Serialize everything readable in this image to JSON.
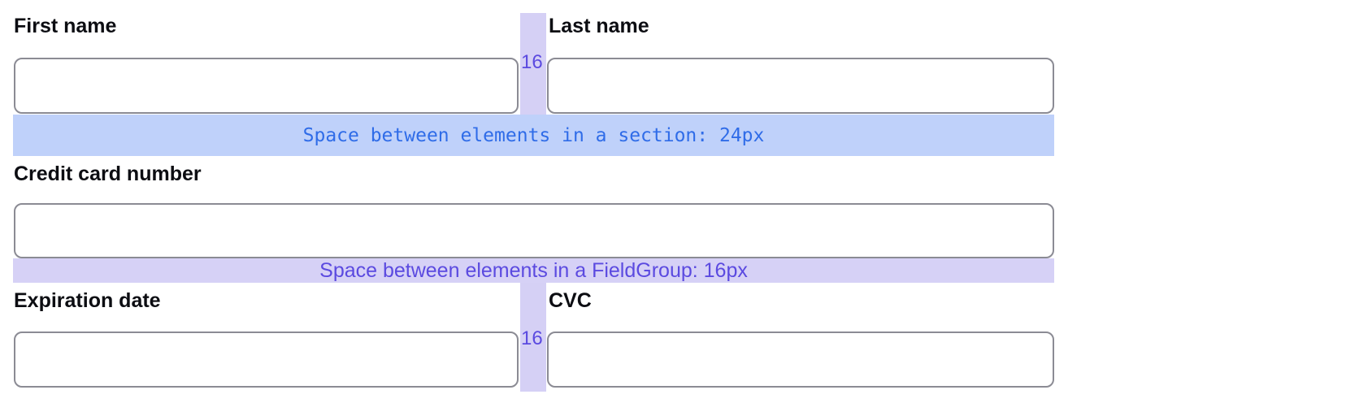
{
  "form": {
    "fields": {
      "first_name": {
        "label": "First name",
        "value": ""
      },
      "last_name": {
        "label": "Last name",
        "value": ""
      },
      "credit_card_number": {
        "label": "Credit card number",
        "value": ""
      },
      "expiration_date": {
        "label": "Expiration date",
        "value": ""
      },
      "cvc": {
        "label": "CVC",
        "value": ""
      }
    }
  },
  "annotations": {
    "section_spacer": {
      "label": "Space between elements in a section: 24px"
    },
    "fieldgroup_spacer": {
      "label": "Space between elements in a FieldGroup: 16px"
    },
    "column_gap_row1": {
      "value": "16"
    },
    "column_gap_row2": {
      "value": "16"
    },
    "colors": {
      "section_spacer_bg": "#bfd1fa",
      "section_spacer_text": "#2f6ce8",
      "fieldgroup_spacer_bg": "#d6d1f6",
      "fieldgroup_spacer_text": "#5b4ae0",
      "column_gap_bg": "#d5d0f5",
      "column_gap_text": "#5b4ae0",
      "input_border": "#8b8b94",
      "label_text": "#0c0d12"
    }
  }
}
